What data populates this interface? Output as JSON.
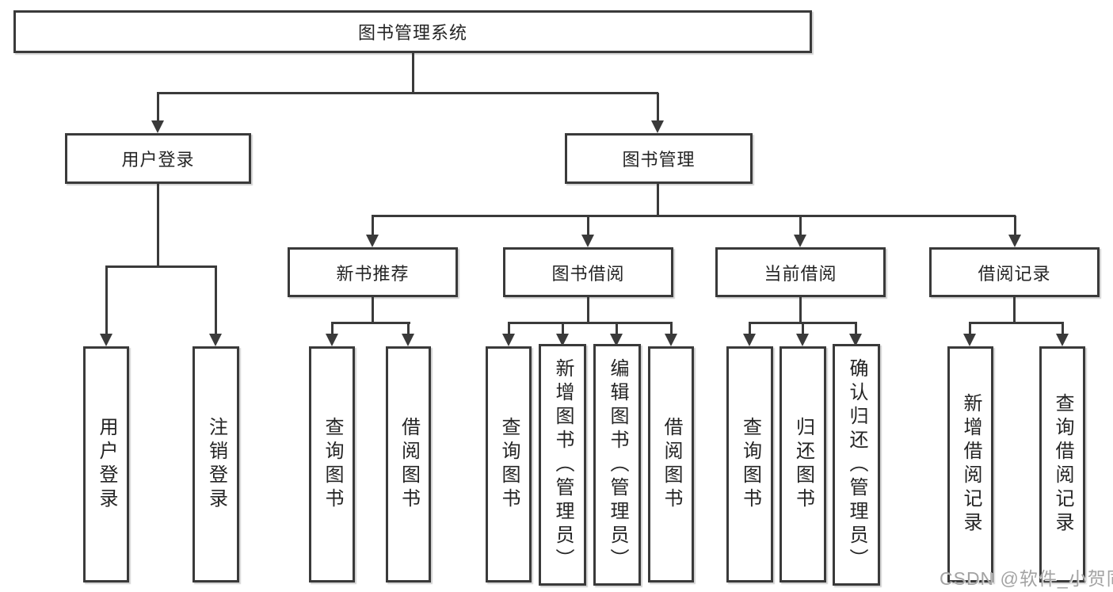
{
  "tree": {
    "label": "图书管理系统",
    "children": [
      {
        "label": "用户登录",
        "children": [
          {
            "label": "用户登录"
          },
          {
            "label": "注销登录"
          }
        ]
      },
      {
        "label": "图书管理",
        "children": [
          {
            "label": "新书推荐",
            "children": [
              {
                "label": "查询图书"
              },
              {
                "label": "借阅图书"
              }
            ]
          },
          {
            "label": "图书借阅",
            "children": [
              {
                "label": "查询图书"
              },
              {
                "label": "新增图书（管理员）"
              },
              {
                "label": "编辑图书（管理员）"
              },
              {
                "label": "借阅图书"
              }
            ]
          },
          {
            "label": "当前借阅",
            "children": [
              {
                "label": "查询图书"
              },
              {
                "label": "归还图书"
              },
              {
                "label": "确认归还（管理员）"
              }
            ]
          },
          {
            "label": "借阅记录",
            "children": [
              {
                "label": "新增借阅记录"
              },
              {
                "label": "查询借阅记录"
              }
            ]
          }
        ]
      }
    ]
  },
  "watermark": {
    "text": "CSDN @软件_小贺同学"
  },
  "colors": {
    "line": "#3a3a3a",
    "text": "#242424",
    "background": "#ffffff",
    "watermark": "#a3a3a3"
  }
}
